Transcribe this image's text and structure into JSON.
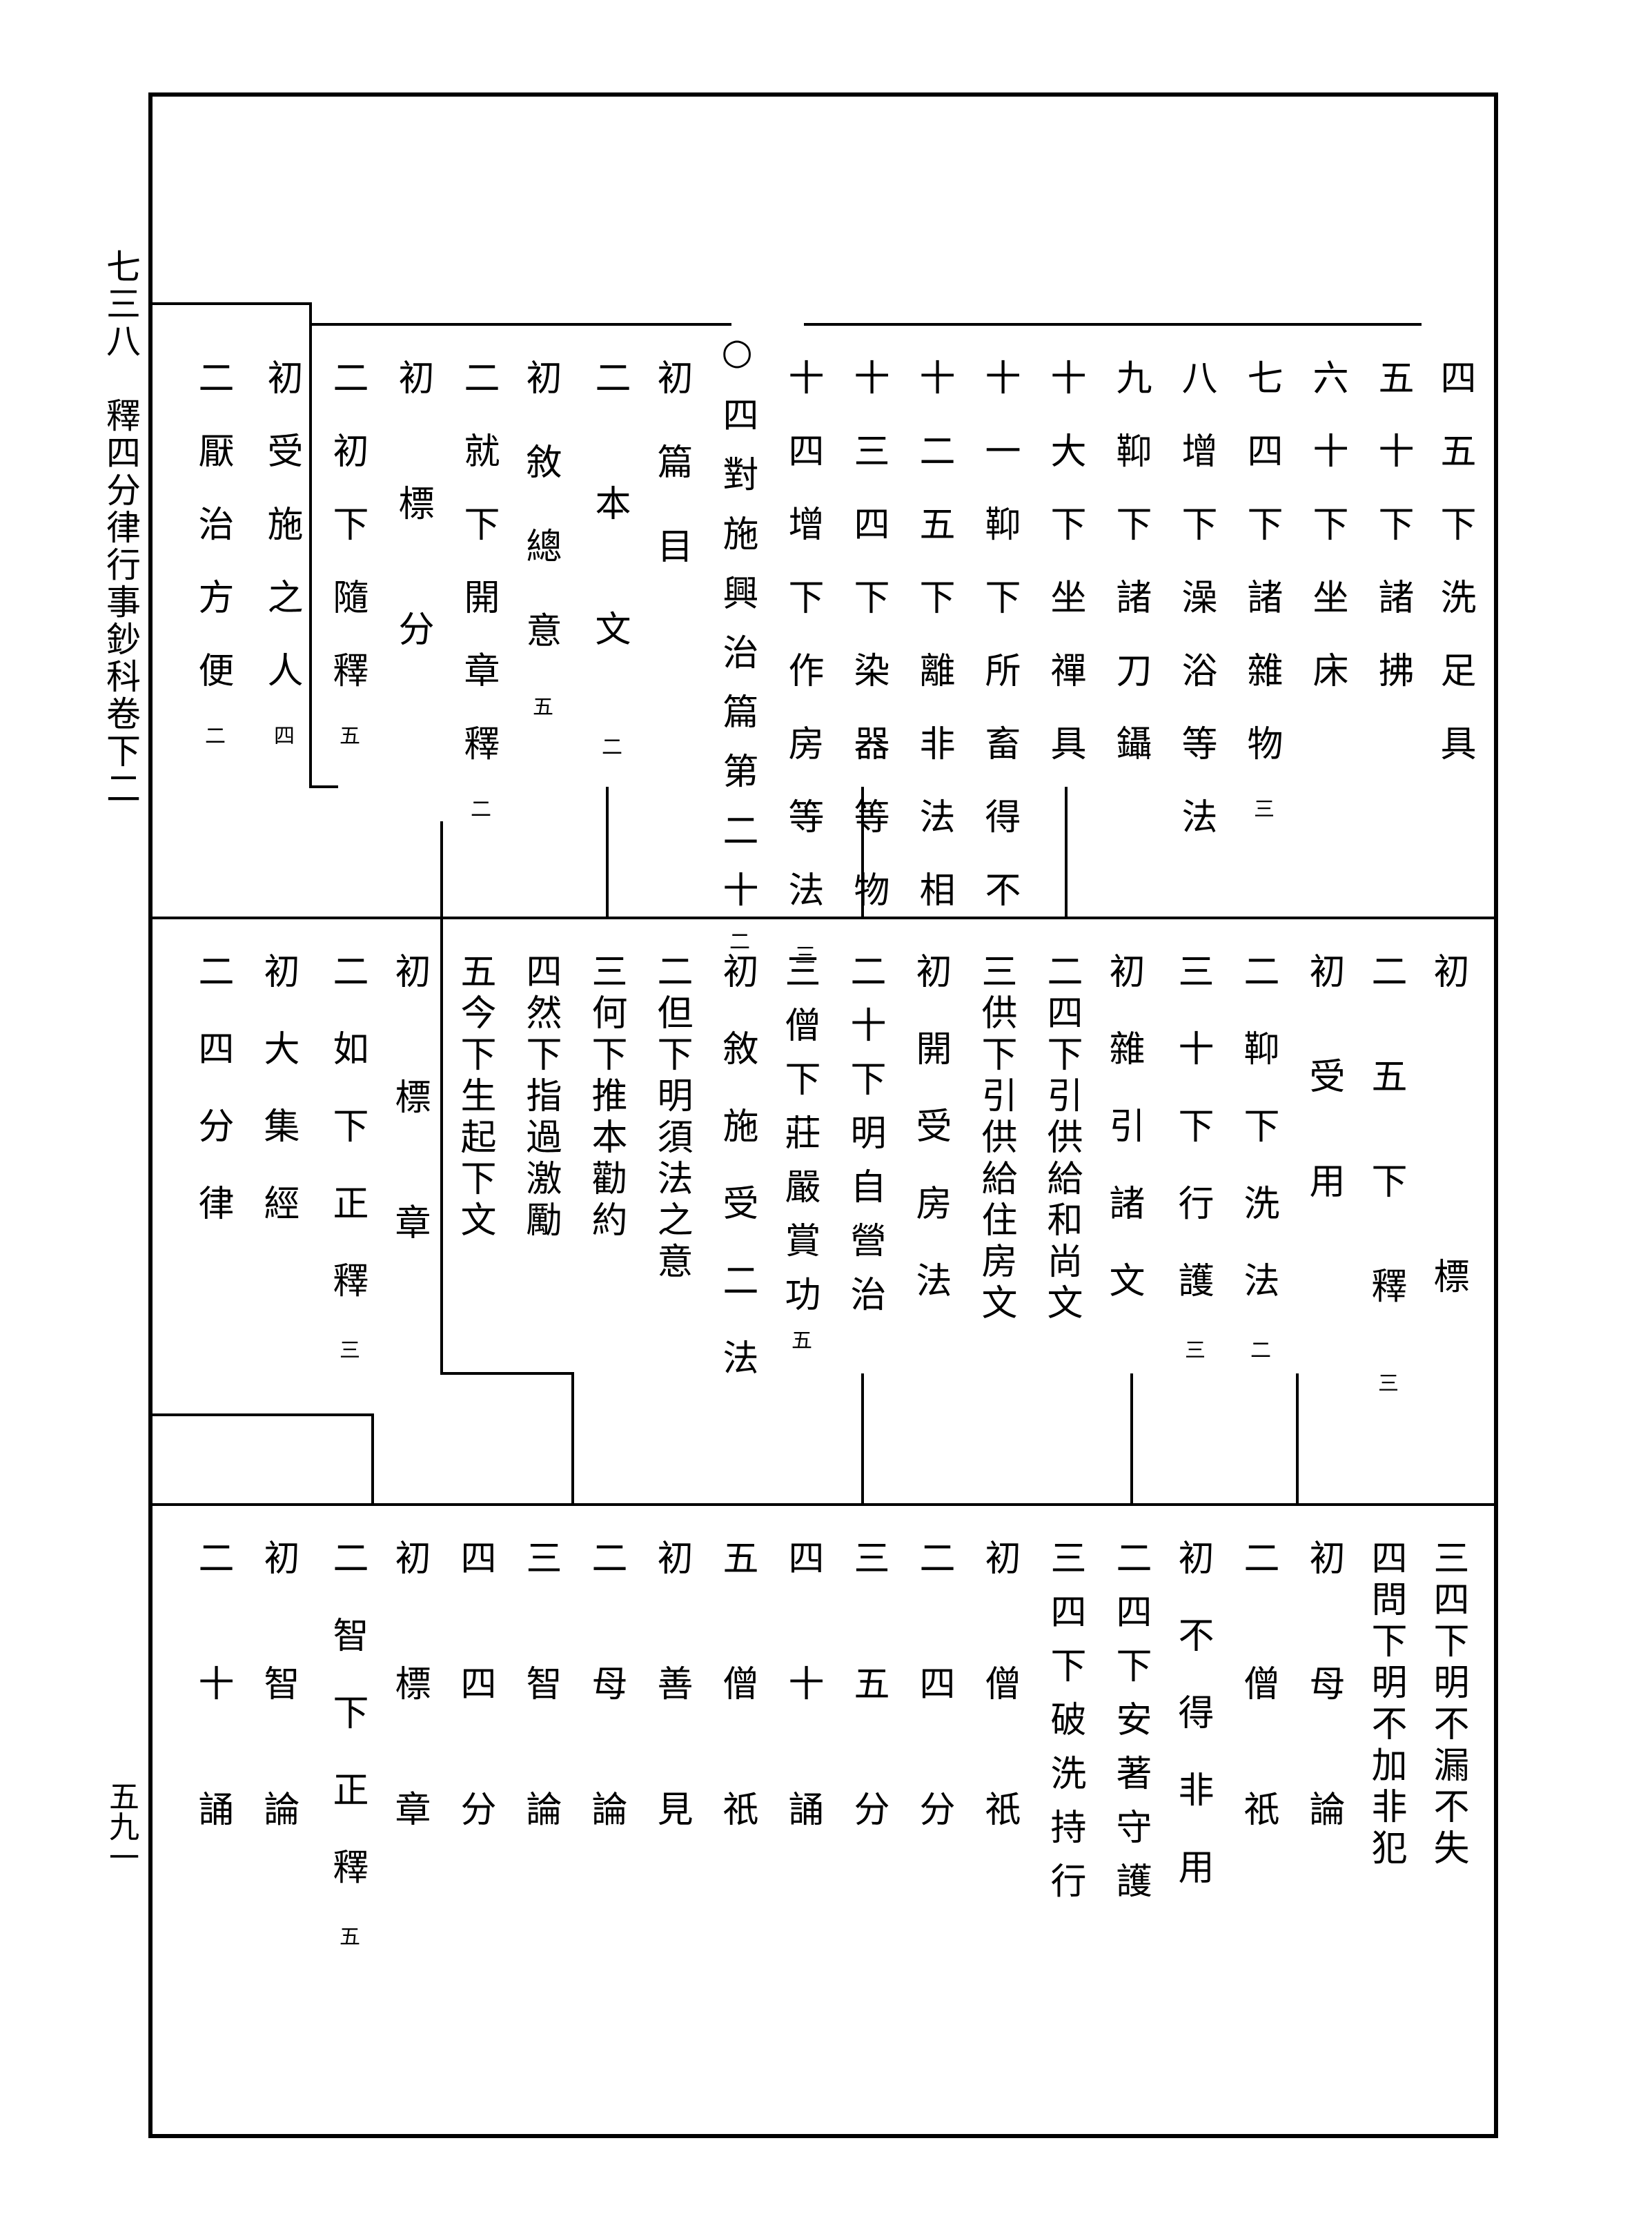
{
  "margin": {
    "left_title": "七三八　釋四分律行事鈔科卷下二",
    "page_number": "五九一"
  },
  "tier1": {
    "items": [
      {
        "text": "四五下洗足具",
        "note": ""
      },
      {
        "text": "五十下諸拂",
        "note": ""
      },
      {
        "text": "六十下坐床",
        "note": ""
      },
      {
        "text": "七四下諸雜物",
        "note": "三"
      },
      {
        "text": "八增下澡浴等法",
        "note": ""
      },
      {
        "text": "九䩕下諸刀鑷",
        "note": ""
      },
      {
        "text": "十大下坐禪具",
        "note": ""
      },
      {
        "text": "十一䩕下所畜得不",
        "note": ""
      },
      {
        "text": "十二五下離非法相",
        "note": ""
      },
      {
        "text": "十三四下染器等物",
        "note": ""
      },
      {
        "text": "十四增下作房等法",
        "note": "三"
      },
      {
        "text": "○四對施興治篇第二十",
        "note": "二"
      },
      {
        "text": "初篇目",
        "note": ""
      },
      {
        "text": "二本文",
        "note": "二"
      },
      {
        "text": "初敘總意",
        "note": "五"
      },
      {
        "text": "二就下開章釋",
        "note": "二"
      },
      {
        "text": "初標分",
        "note": ""
      },
      {
        "text": "二初下隨釋",
        "note": "五"
      },
      {
        "text": "初受施之人",
        "note": "四"
      },
      {
        "text": "二厭治方便",
        "note": "二"
      }
    ]
  },
  "tier2": {
    "items": [
      {
        "text": "初標",
        "note": ""
      },
      {
        "text": "二五下釋",
        "note": "三"
      },
      {
        "text": "初受用",
        "note": ""
      },
      {
        "text": "二䩕下洗法",
        "note": "二"
      },
      {
        "text": "三十下行護",
        "note": "三"
      },
      {
        "text": "初雜引諸文",
        "note": ""
      },
      {
        "text": "二四下引供給和尚文",
        "note": ""
      },
      {
        "text": "三供下引供給住房文",
        "note": ""
      },
      {
        "text": "初開受房法",
        "note": ""
      },
      {
        "text": "二十下明自營治",
        "note": ""
      },
      {
        "text": "三僧下莊嚴賞功",
        "note": "五"
      },
      {
        "text": "初敘施受二法",
        "note": ""
      },
      {
        "text": "二但下明須法之意",
        "note": ""
      },
      {
        "text": "三何下推本勸約",
        "note": ""
      },
      {
        "text": "四然下指過激勵",
        "note": ""
      },
      {
        "text": "五今下生起下文",
        "note": ""
      },
      {
        "text": "初標章",
        "note": ""
      },
      {
        "text": "二如下正釋",
        "note": "三"
      },
      {
        "text": "初大集經",
        "note": ""
      },
      {
        "text": "二四分律",
        "note": ""
      }
    ]
  },
  "tier3": {
    "items": [
      {
        "text": "三四下明不漏不失",
        "note": ""
      },
      {
        "text": "四問下明不加非犯",
        "note": ""
      },
      {
        "text": "初母論",
        "note": ""
      },
      {
        "text": "二僧祇",
        "note": ""
      },
      {
        "text": "初不得非用",
        "note": ""
      },
      {
        "text": "二四下安著守護",
        "note": ""
      },
      {
        "text": "三四下破洗持行",
        "note": ""
      },
      {
        "text": "初僧祇",
        "note": ""
      },
      {
        "text": "二四分",
        "note": ""
      },
      {
        "text": "三五分",
        "note": ""
      },
      {
        "text": "四十誦",
        "note": ""
      },
      {
        "text": "五僧祇",
        "note": ""
      },
      {
        "text": "初善見",
        "note": ""
      },
      {
        "text": "二母論",
        "note": ""
      },
      {
        "text": "三智論",
        "note": ""
      },
      {
        "text": "四四分",
        "note": ""
      },
      {
        "text": "初標章",
        "note": ""
      },
      {
        "text": "二智下正釋",
        "note": "五"
      },
      {
        "text": "初智論",
        "note": ""
      },
      {
        "text": "二十誦",
        "note": ""
      }
    ]
  }
}
